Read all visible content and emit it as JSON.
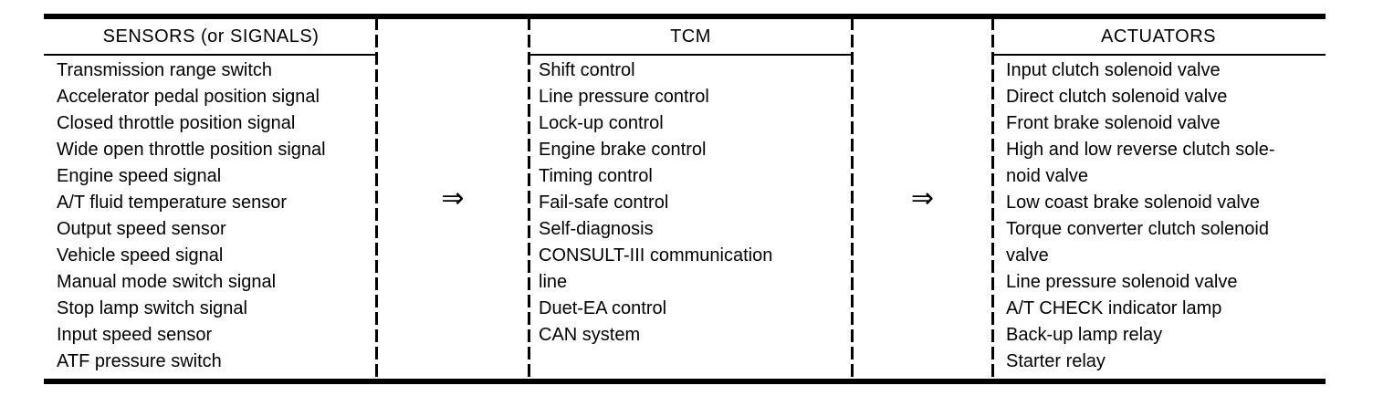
{
  "diagram": {
    "columns": [
      {
        "header": "SENSORS (or SIGNALS)",
        "lines": [
          "Transmission range switch",
          "Accelerator pedal position signal",
          "Closed throttle position signal",
          "Wide open throttle position signal",
          "Engine speed signal",
          "A/T fluid temperature sensor",
          "Output speed sensor",
          "Vehicle speed signal",
          "Manual mode switch signal",
          "Stop lamp switch signal",
          "Input speed sensor",
          "ATF pressure switch"
        ]
      },
      {
        "header": "TCM",
        "lines": [
          "Shift control",
          "Line pressure control",
          "Lock-up control",
          "Engine brake control",
          "Timing control",
          "Fail-safe control",
          "Self-diagnosis",
          "CONSULT-III communication",
          "line",
          "Duet-EA control",
          "CAN system"
        ]
      },
      {
        "header": "ACTUATORS",
        "lines": [
          "Input clutch solenoid valve",
          "Direct clutch solenoid valve",
          "Front brake solenoid valve",
          "High and low reverse clutch sole-",
          "noid valve",
          "Low coast brake solenoid valve",
          "Torque converter clutch solenoid",
          "valve",
          "Line pressure solenoid valve",
          "A/T CHECK indicator lamp",
          "Back-up lamp relay",
          "Starter relay"
        ]
      }
    ],
    "arrow_glyph": "⇒",
    "colors": {
      "ink": "#000000",
      "paper": "#ffffff"
    }
  }
}
